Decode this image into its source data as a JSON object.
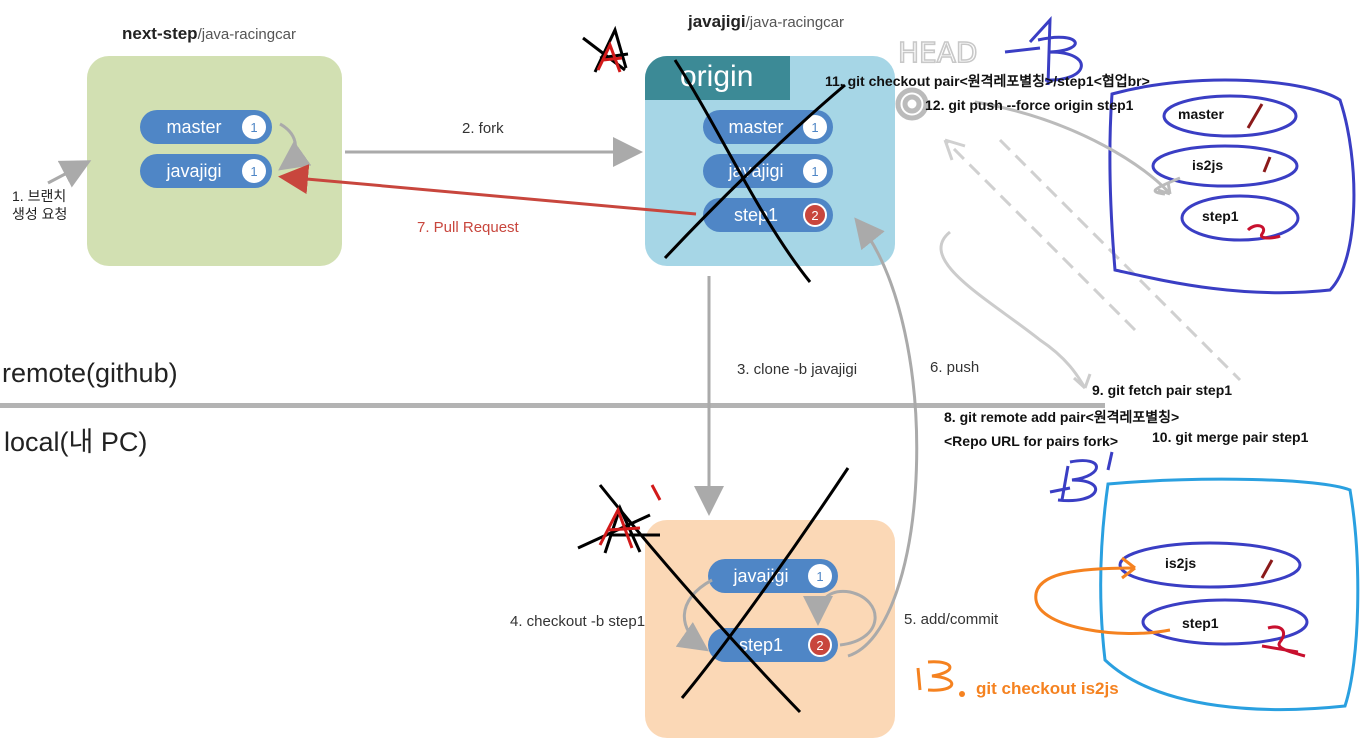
{
  "repos": {
    "nextstep": {
      "owner": "next-step",
      "name": "/java-racingcar",
      "branches": [
        {
          "label": "master",
          "count": "1"
        },
        {
          "label": "javajigi",
          "count": "1"
        }
      ]
    },
    "javajigi": {
      "owner": "javajigi",
      "name": "/java-racingcar",
      "origin_label": "origin",
      "branches": [
        {
          "label": "master",
          "count": "1"
        },
        {
          "label": "javajigi",
          "count": "1"
        },
        {
          "label": "step1",
          "count": "2"
        }
      ]
    },
    "local": {
      "branches": [
        {
          "label": "javajigi",
          "count": "1"
        },
        {
          "label": "step1",
          "count": "2"
        }
      ]
    }
  },
  "sections": {
    "remote": "remote(github)",
    "local": "local(내 PC)"
  },
  "steps": {
    "s1": "1. 브랜치\n생성 요청",
    "s2": "2. fork",
    "s3": "3. clone -b javajigi",
    "s4": "4. checkout -b step1",
    "s5": "5. add/commit",
    "s6": "6. push",
    "s7": "7. Pull Request",
    "s8a": "8. git remote add pair<원격레포별칭>",
    "s8b": "<Repo URL for pairs fork>",
    "s9": "9. git fetch pair step1",
    "s10": "10. git merge pair step1",
    "s11": "11. git checkout pair<원격레포별칭>/step1<협업br>",
    "s12": "12. git push --force origin step1",
    "s13_num": "13",
    "s13": "git checkout is2js"
  },
  "handwriting": {
    "head": "HEAD",
    "label_b_top": "B",
    "label_b_mid": "B'",
    "label_a_top": "A",
    "label_a_bottom": "A'"
  },
  "pair_remote_branches": [
    {
      "label": "master",
      "mark": "1"
    },
    {
      "label": "is2js",
      "mark": "1"
    },
    {
      "label": "step1",
      "mark": "2"
    }
  ],
  "pair_local_branches": [
    {
      "label": "is2js",
      "mark": "1"
    },
    {
      "label": "step1",
      "mark": "2"
    }
  ],
  "colors": {
    "nextstep_box": "#d2e0b2",
    "origin_box": "#a6d6e6",
    "origin_tab": "#3c8a96",
    "local_box": "#fbd8b6",
    "pill": "#4f86c6",
    "pr": "#c8463d",
    "arrow": "#aaaaaa",
    "pen_blue": "#3a3ec4",
    "pen_cyan": "#2aa0e0",
    "pen_red": "#c8102e",
    "pen_orange": "#f58220"
  }
}
